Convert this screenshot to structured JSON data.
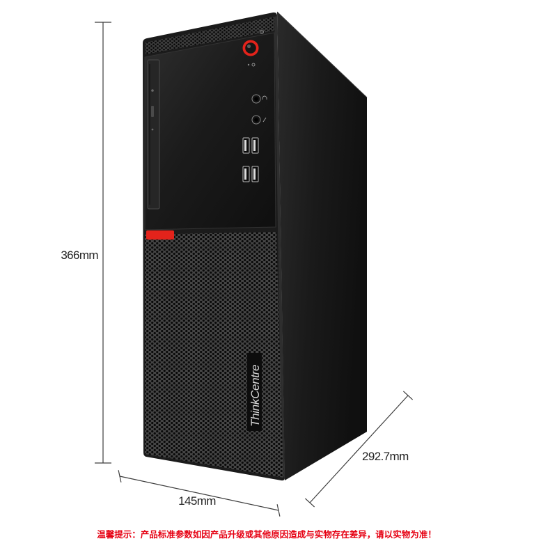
{
  "figure": {
    "dimensions": {
      "height": "366mm",
      "width": "145mm",
      "depth": "292.7mm"
    },
    "product": {
      "brand_lettering": "ThinkCentre"
    },
    "notice": "温馨提示：产品标准参数如因产品升级或其他原因造成与实物存在差异，请以实物为准！"
  },
  "colors": {
    "background": "#ffffff",
    "case_black": "#1b1b1b",
    "mesh_gray": "#454545",
    "accent_red": "#e3231b",
    "dimension_line": "#3c3c3c",
    "notice_red": "#e60012"
  },
  "icons": [
    "power-icon",
    "power-led-icon",
    "headphone-icon",
    "microphone-icon",
    "usb-port-icon",
    "eject-icon"
  ]
}
